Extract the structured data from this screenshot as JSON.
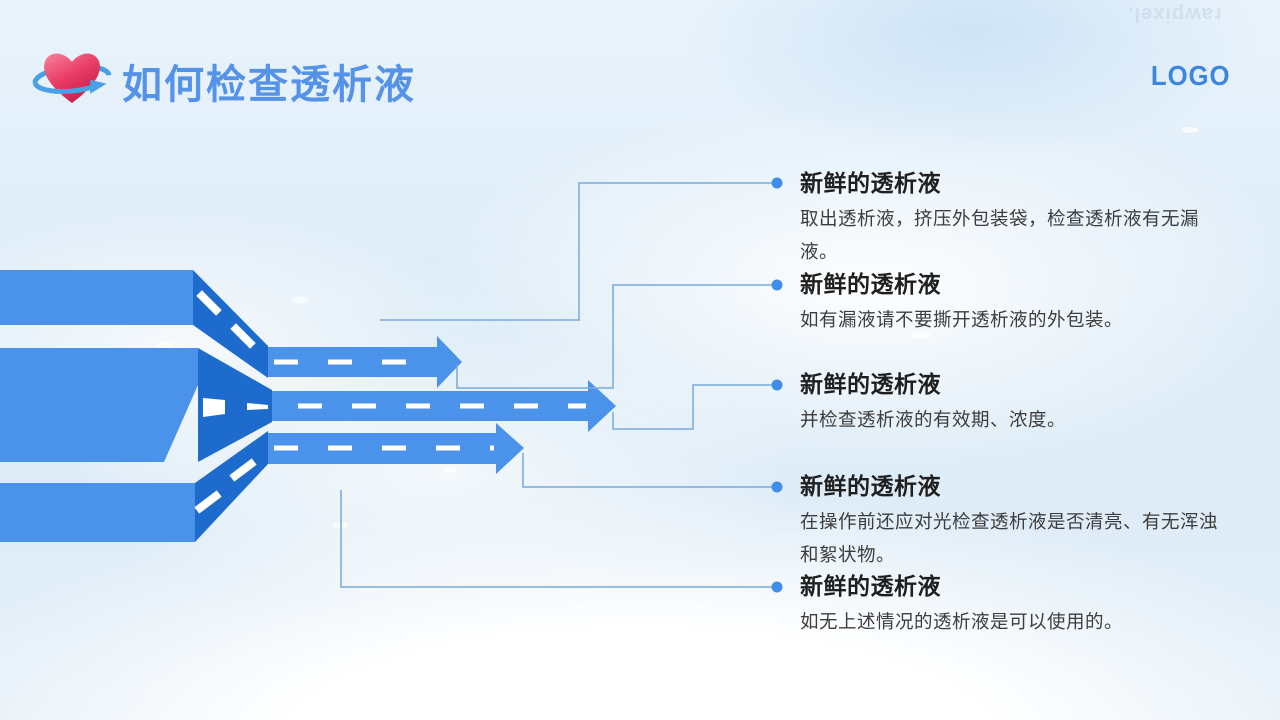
{
  "slide": {
    "title": "如何检查透析液",
    "logo": "LOGO",
    "watermark": "rawpixel.",
    "icons": [
      "heart-orbit-icon"
    ],
    "colors": {
      "title_blue": "#5593e8",
      "logo_blue": "#3d86e0",
      "road_light_blue": "#4b92ea",
      "road_dark_blue": "#1e6bce",
      "connector_line": "#78a9d9",
      "dot_blue": "#3f8ee8",
      "heading_text": "#1f1f1f",
      "body_text": "#3d3d3d",
      "background_tint": "#dcebf7"
    }
  },
  "main": {
    "items": [
      {
        "heading": "新鲜的透析液",
        "body": "取出透析液，挤压外包装袋，检查透析液有无漏液。"
      },
      {
        "heading": "新鲜的透析液",
        "body": "如有漏液请不要撕开透析液的外包装。"
      },
      {
        "heading": "新鲜的透析液",
        "body": "并检查透析液的有效期、浓度。"
      },
      {
        "heading": "新鲜的透析液",
        "body": "在操作前还应对光检查透析液是否清亮、有无浑浊和絮状物。"
      },
      {
        "heading": "新鲜的透析液",
        "body": "如无上述情况的透析液是可以使用的。"
      }
    ]
  }
}
